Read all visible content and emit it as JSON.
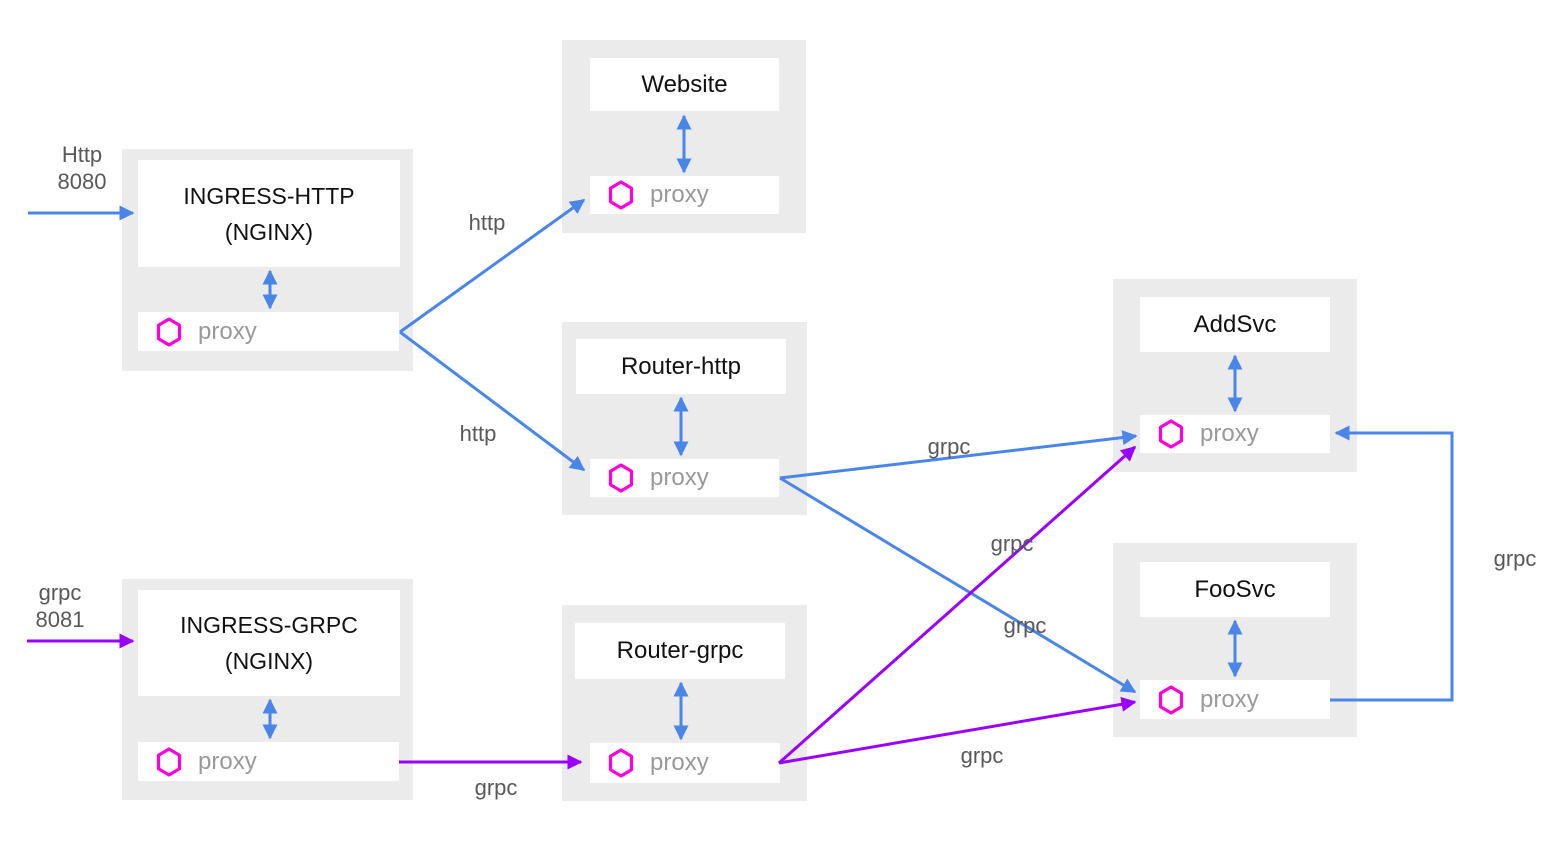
{
  "colors": {
    "http_edge": "#4a86e8",
    "grpc_edge": "#9900ff",
    "hexagon": "#ff00dd",
    "node_bg": "#ebebeb",
    "box_bg": "#ffffff",
    "title_text": "#111111",
    "proxy_text": "#999999",
    "label_text": "#595959"
  },
  "icons": {
    "proxy": "hexagon-icon"
  },
  "inputs": [
    {
      "protocol": "Http",
      "port": "8080",
      "target": "ingress-http"
    },
    {
      "protocol": "grpc",
      "port": "8081",
      "target": "ingress-grpc"
    }
  ],
  "nodes": [
    {
      "id": "ingress-http",
      "title_line1": "INGRESS-HTTP",
      "title_line2": "(NGINX)",
      "proxy_label": "proxy"
    },
    {
      "id": "ingress-grpc",
      "title_line1": "INGRESS-GRPC",
      "title_line2": "(NGINX)",
      "proxy_label": "proxy"
    },
    {
      "id": "website",
      "title_line1": "Website",
      "title_line2": "",
      "proxy_label": "proxy"
    },
    {
      "id": "router-http",
      "title_line1": "Router-http",
      "title_line2": "",
      "proxy_label": "proxy"
    },
    {
      "id": "router-grpc",
      "title_line1": "Router-grpc",
      "title_line2": "",
      "proxy_label": "proxy"
    },
    {
      "id": "addsvc",
      "title_line1": "AddSvc",
      "title_line2": "",
      "proxy_label": "proxy"
    },
    {
      "id": "foosvc",
      "title_line1": "FooSvc",
      "title_line2": "",
      "proxy_label": "proxy"
    }
  ],
  "edges": [
    {
      "from": "ingress-http.proxy",
      "to": "website.proxy",
      "label": "http",
      "color": "http"
    },
    {
      "from": "ingress-http.proxy",
      "to": "router-http.proxy",
      "label": "http",
      "color": "http"
    },
    {
      "from": "ingress-grpc.proxy",
      "to": "router-grpc.proxy",
      "label": "grpc",
      "color": "grpc"
    },
    {
      "from": "router-http.proxy",
      "to": "addsvc.proxy",
      "label": "grpc",
      "color": "http"
    },
    {
      "from": "router-http.proxy",
      "to": "foosvc.proxy",
      "label": "grpc",
      "color": "http"
    },
    {
      "from": "router-grpc.proxy",
      "to": "addsvc.proxy",
      "label": "grpc",
      "color": "grpc"
    },
    {
      "from": "router-grpc.proxy",
      "to": "foosvc.proxy",
      "label": "grpc",
      "color": "grpc"
    },
    {
      "from": "foosvc.proxy",
      "to": "addsvc.proxy",
      "label": "grpc",
      "color": "http"
    }
  ]
}
